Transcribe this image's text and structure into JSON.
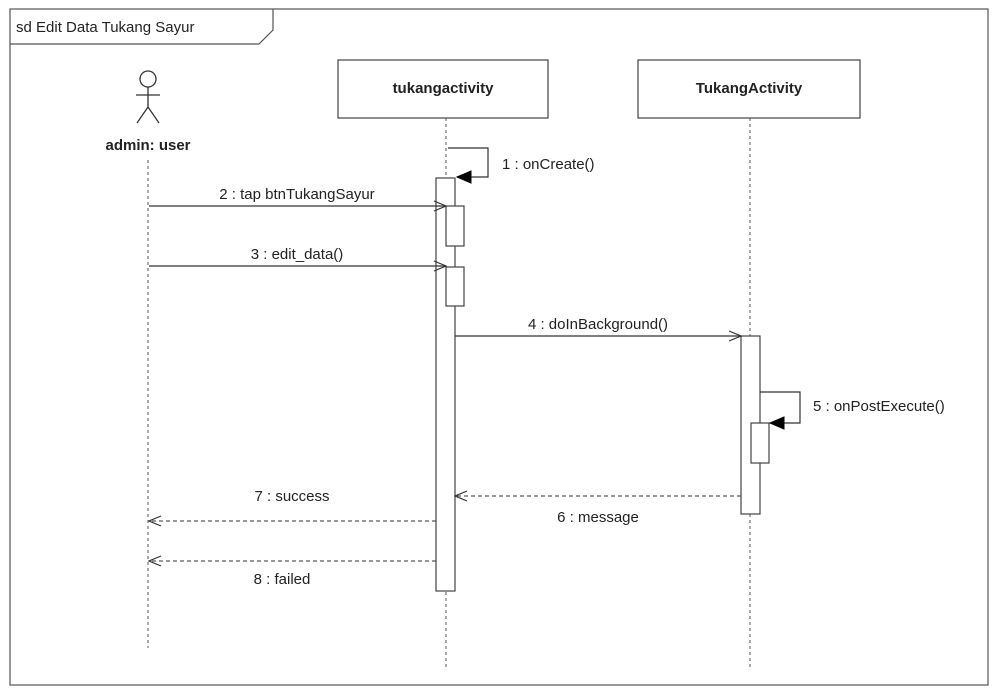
{
  "frame": {
    "title": "sd Edit Data Tukang Sayur"
  },
  "actor": {
    "name": "admin: user"
  },
  "lifelines": [
    {
      "name": "tukangactivity"
    },
    {
      "name": "TukangActivity"
    }
  ],
  "messages": [
    {
      "label": "1 : onCreate()",
      "kind": "self-call"
    },
    {
      "label": "2 : tap btnTukangSayur",
      "kind": "sync"
    },
    {
      "label": "3 : edit_data()",
      "kind": "sync"
    },
    {
      "label": "4 : doInBackground()",
      "kind": "sync"
    },
    {
      "label": "5 : onPostExecute()",
      "kind": "self-call"
    },
    {
      "label": "6 : message",
      "kind": "return"
    },
    {
      "label": "7 : success",
      "kind": "return"
    },
    {
      "label": "8 : failed",
      "kind": "return"
    }
  ]
}
